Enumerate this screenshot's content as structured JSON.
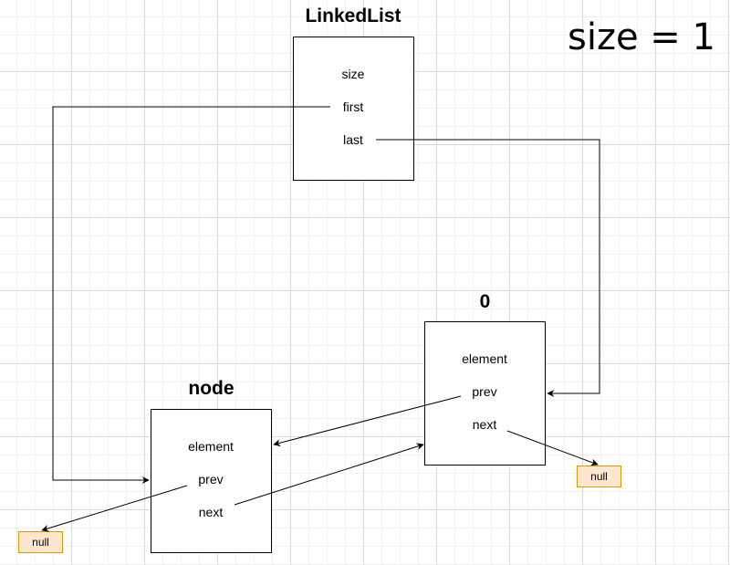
{
  "size_label": "size = 1",
  "linkedlist": {
    "title": "LinkedList",
    "fields": [
      "size",
      "first",
      "last"
    ]
  },
  "node0": {
    "title": "0",
    "fields": [
      "element",
      "prev",
      "next"
    ]
  },
  "node_new": {
    "title": "node",
    "fields": [
      "element",
      "prev",
      "next"
    ]
  },
  "nulls": [
    "null",
    "null"
  ]
}
